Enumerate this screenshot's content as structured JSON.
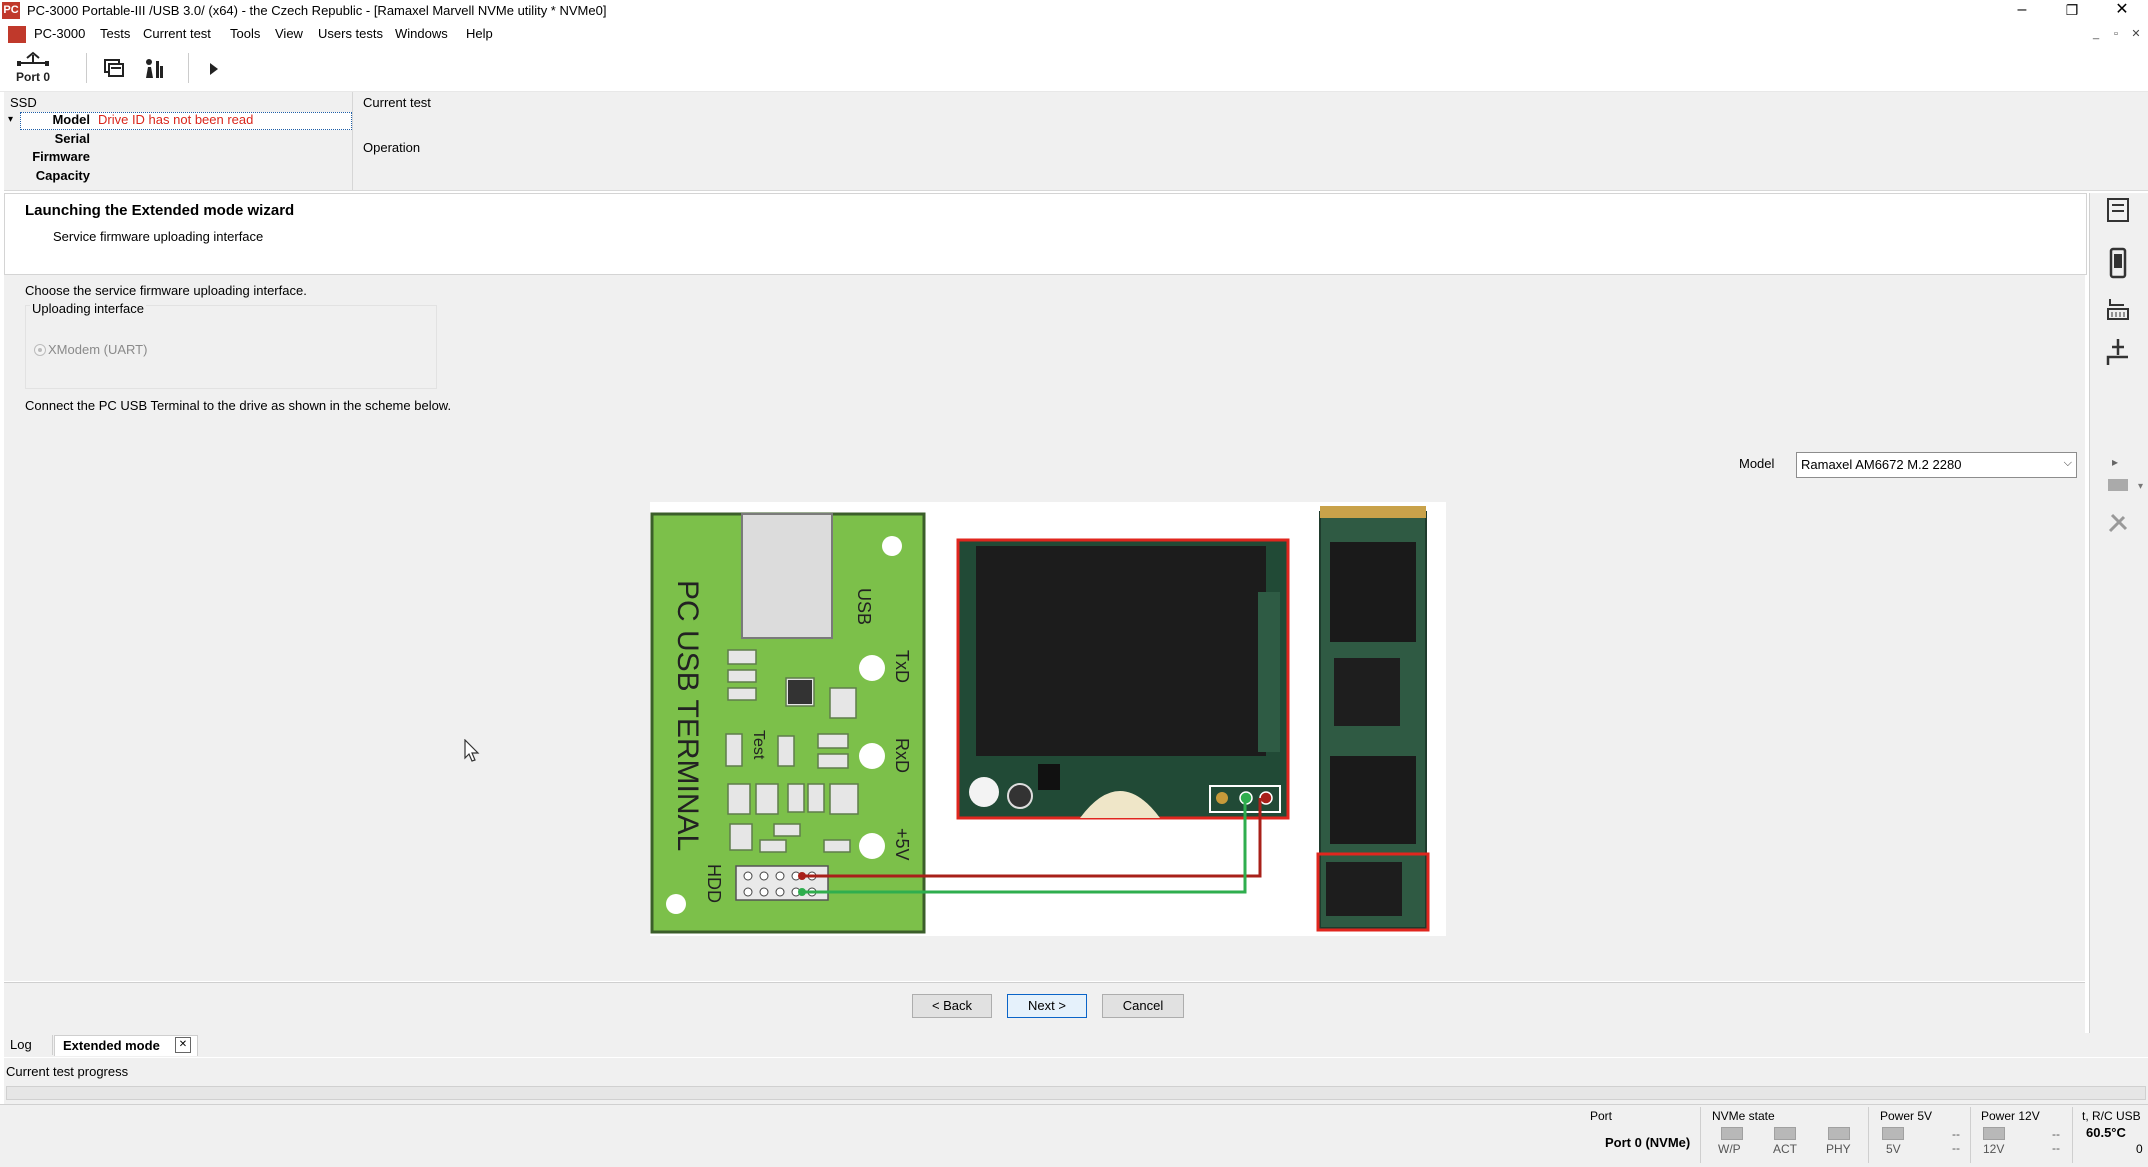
{
  "window": {
    "title": "PC-3000 Portable-III /USB 3.0/ (x64) - the Czech Republic - [Ramaxel Marvell NVMe utility * NVMe0]",
    "app_icon_text": "PC",
    "controls": {
      "minimize": "–",
      "restore": "❐",
      "close": "✕"
    }
  },
  "menu": {
    "items": [
      "PC-3000",
      "Tests",
      "Current test",
      "Tools",
      "View",
      "Users tests",
      "Windows",
      "Help"
    ],
    "mdi_controls": [
      "_",
      "▫",
      "✕"
    ]
  },
  "toolbar": {
    "port_label": "Port 0"
  },
  "drive_info": {
    "section_label": "SSD",
    "model_label": "Model",
    "model_value": "Drive ID has not been read",
    "serial_label": "Serial",
    "firmware_label": "Firmware",
    "capacity_label": "Capacity",
    "current_test_label": "Current test",
    "operation_label": "Operation"
  },
  "wizard": {
    "title": "Launching the Extended mode wizard",
    "subtitle": "Service firmware uploading interface",
    "instruction": "Choose the service firmware uploading interface.",
    "group_label": "Uploading interface",
    "option_label": "XModem (UART)",
    "connect_text": "Connect the PC USB Terminal to the drive as shown in the scheme below.",
    "model_label": "Model",
    "model_value": "Ramaxel AM6672 M.2 2280",
    "buttons": {
      "back": "< Back",
      "next": "Next >",
      "cancel": "Cancel"
    }
  },
  "diagram": {
    "board_title": "PC USB TERMINAL",
    "usb_label": "USB",
    "txd_label": "TxD",
    "rxd_label": "RxD",
    "v5_label": "+5V",
    "hdd_label": "HDD",
    "test_label": "Test",
    "colors": {
      "board": "#7cc04a",
      "wire_red": "#a8201a",
      "wire_green": "#2fae4e",
      "highlight": "#e0261e"
    }
  },
  "tabs": [
    {
      "label": "Log"
    },
    {
      "label": "Extended mode",
      "close": "✕"
    }
  ],
  "progress": {
    "label": "Current test progress"
  },
  "status": {
    "port_label": "Port",
    "port_value": "Port 0 (NVMe)",
    "nvme_label": "NVMe state",
    "nvme_leds": [
      "W/P",
      "ACT",
      "PHY"
    ],
    "power5_label": "Power 5V",
    "power5_led": "5V",
    "power5_value": "--",
    "power12_label": "Power 12V",
    "power12_led": "12V",
    "power12_value": "--",
    "temp_label": "t, R/C USB",
    "temp_value": "60.5°C",
    "temp_sub": "0"
  }
}
